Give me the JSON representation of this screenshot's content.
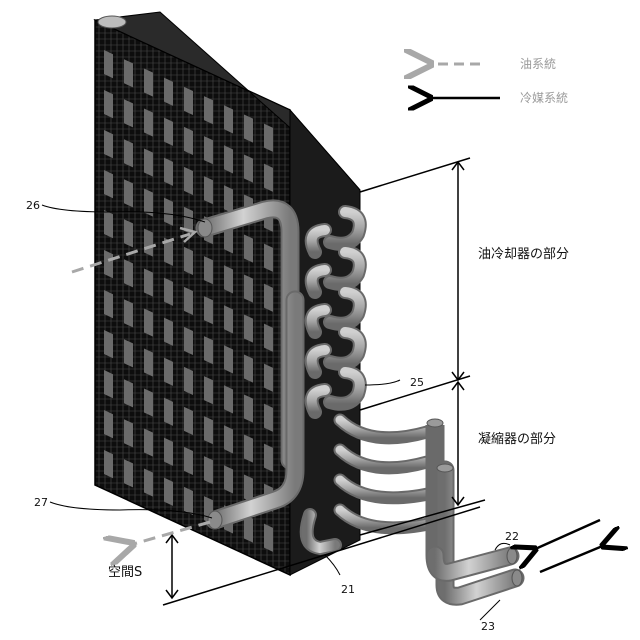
{
  "legend": {
    "oil_system": "油系統",
    "refrigerant_system": "冷媒系統"
  },
  "sections": {
    "oil_cooler": "油冷却器の部分",
    "condenser": "凝縮器の部分",
    "space": "空間S"
  },
  "callouts": {
    "c26": "26",
    "c27": "27",
    "c25": "25",
    "c22": "22",
    "c21": "21",
    "c23": "23"
  },
  "colors": {
    "core_dark": "#0d0d0d",
    "pipe_gray": "#9c9c9c",
    "arrow_dashed": "#a8a8a8",
    "arrow_solid": "#000000"
  }
}
